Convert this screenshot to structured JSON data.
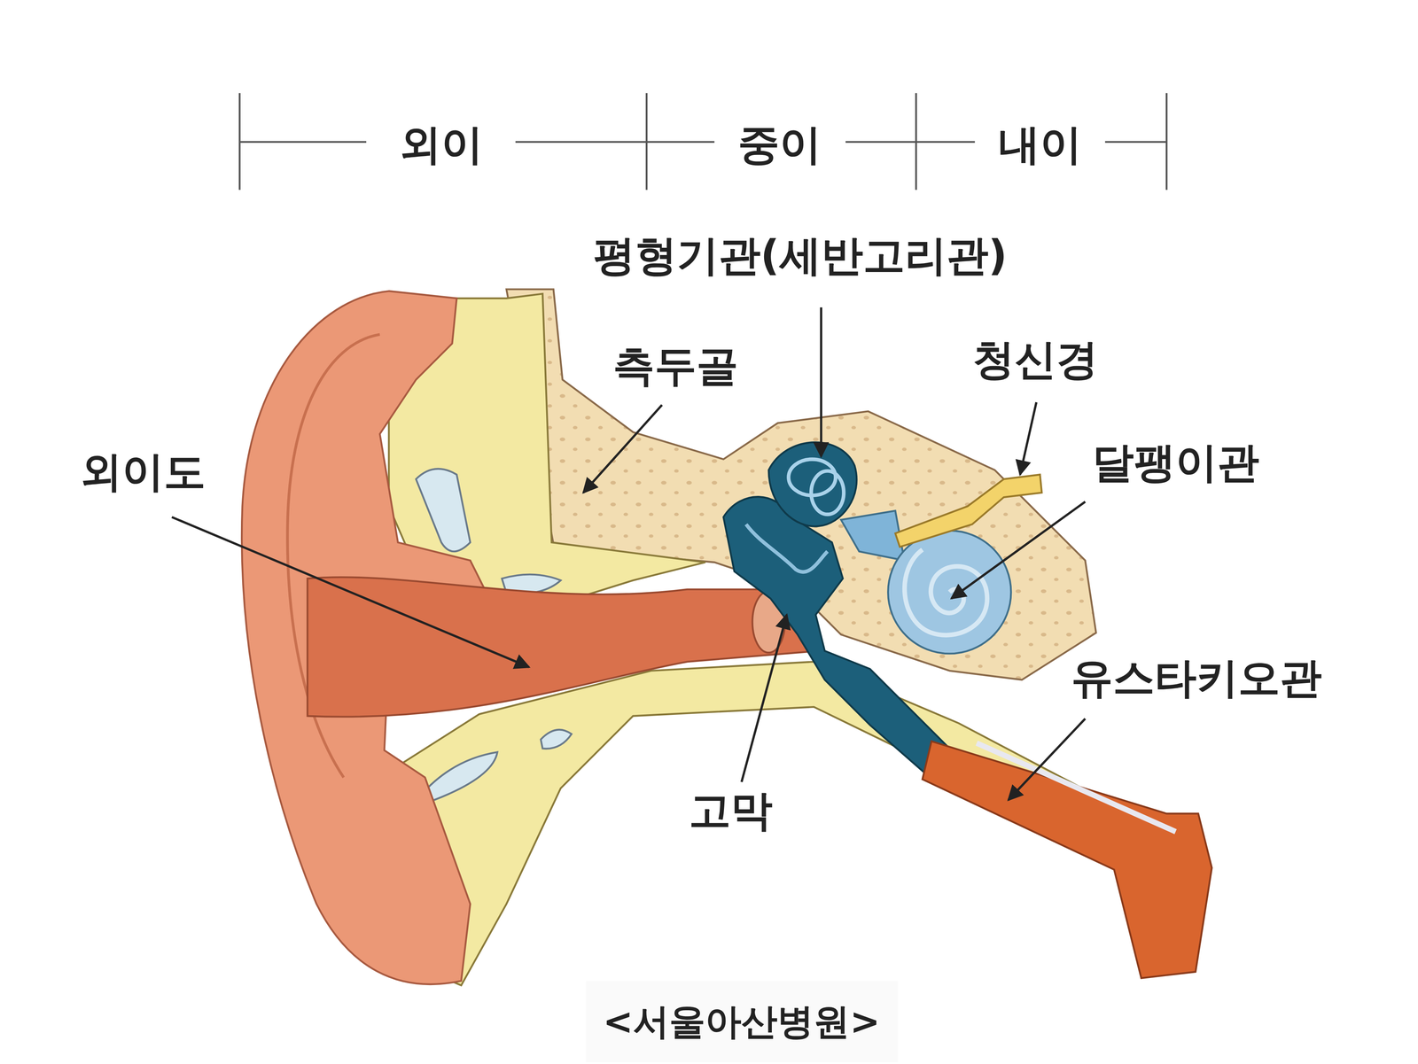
{
  "diagram": {
    "caption": "<서울아산병원>",
    "labels": [
      "외이",
      "중이",
      "내이",
      "평형기관(세반고리관)",
      "측두골",
      "청신경",
      "외이도",
      "달팽이관",
      "유스타키오관",
      "고막"
    ]
  }
}
